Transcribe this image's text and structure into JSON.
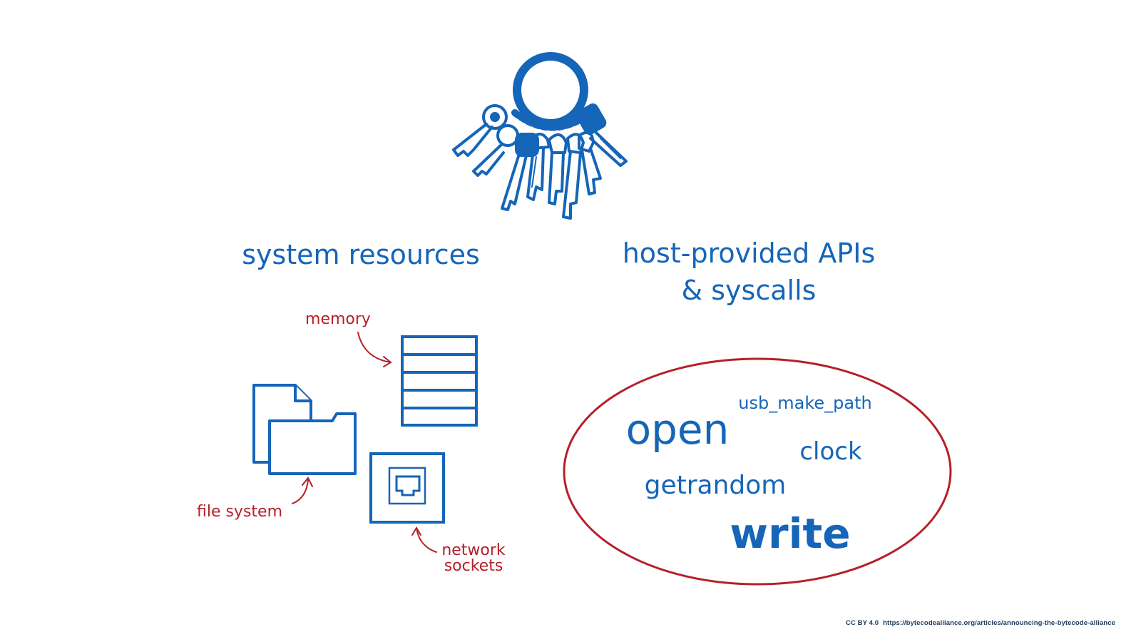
{
  "colors": {
    "blue": "#1565b8",
    "red": "#b5202a",
    "credit": "#1c3a5e"
  },
  "left_heading": "system resources",
  "right_heading_line1": "host-provided APIs",
  "right_heading_line2": "& syscalls",
  "resource_labels": {
    "memory": "memory",
    "file_system": "file system",
    "network_line1": "network",
    "network_line2": "sockets"
  },
  "apis": {
    "usb_make_path": "usb_make_path",
    "open": "open",
    "clock": "clock",
    "getrandom": "getrandom",
    "write": "write"
  },
  "icons": [
    "key-ring-icon",
    "memory-stack-icon",
    "file-icon",
    "folder-icon",
    "network-socket-icon",
    "arrow-icon"
  ],
  "credit": {
    "license": "CC BY 4.0",
    "url": "https://bytecodealliance.org/articles/announcing-the-bytecode-alliance"
  }
}
